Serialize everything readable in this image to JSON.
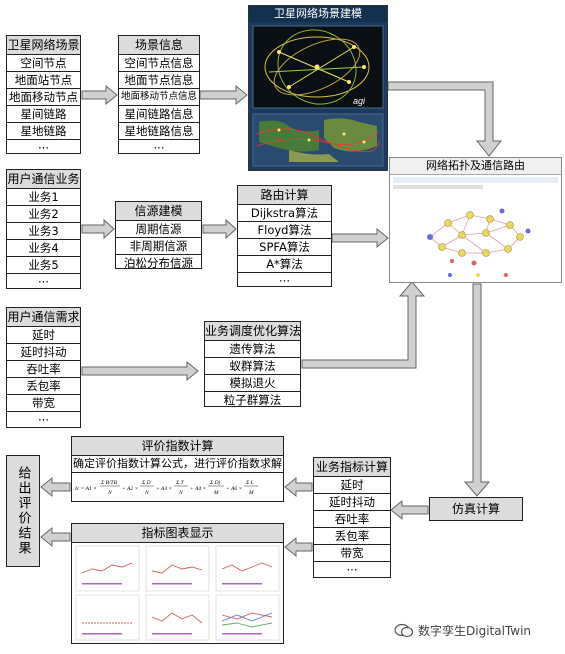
{
  "scene_list": {
    "title": "卫星网络场景",
    "items": [
      "空间节点",
      "地面站节点",
      "地面移动节点",
      "星间链路",
      "星地链路",
      "···"
    ]
  },
  "scene_info": {
    "title": "场景信息",
    "items": [
      "空间节点信息",
      "地面节点信息",
      "地面移动节点信息",
      "星间链路信息",
      "星地链路信息",
      "···"
    ]
  },
  "scene_model": {
    "title": "卫星网络场景建模",
    "logo": "agi"
  },
  "topology": {
    "title": "网络拓扑及通信路由"
  },
  "service_list": {
    "title": "用户通信业务",
    "items": [
      "业务1",
      "业务2",
      "业务3",
      "业务4",
      "业务5",
      "···"
    ]
  },
  "source_model": {
    "title": "信源建模",
    "items": [
      "周期信源",
      "非周期信源",
      "泊松分布信源"
    ]
  },
  "routing": {
    "title": "路由计算",
    "items": [
      "Dijkstra算法",
      "Floyd算法",
      "SPFA算法",
      "A*算法",
      "···"
    ]
  },
  "demand_list": {
    "title": "用户通信需求",
    "items": [
      "延时",
      "延时抖动",
      "吞吐率",
      "丢包率",
      "带宽",
      "···"
    ]
  },
  "optimize": {
    "title": "业务调度优化算法",
    "items": [
      "遗传算法",
      "蚁群算法",
      "模拟退火",
      "粒子群算法"
    ]
  },
  "eval_index": {
    "title": "评价指数计算",
    "desc": "确定评价指数计算公式，进行评价指数求解"
  },
  "metric_calc": {
    "title": "业务指标计算",
    "items": [
      "延时",
      "延时抖动",
      "吞吐率",
      "丢包率",
      "带宽",
      "···"
    ]
  },
  "simulation": {
    "label": "仿真计算"
  },
  "result": {
    "label": "给出评价结果"
  },
  "chart_display": {
    "title": "指标图表显示"
  },
  "watermark": {
    "text": "数字孪生DigitalTwin"
  }
}
